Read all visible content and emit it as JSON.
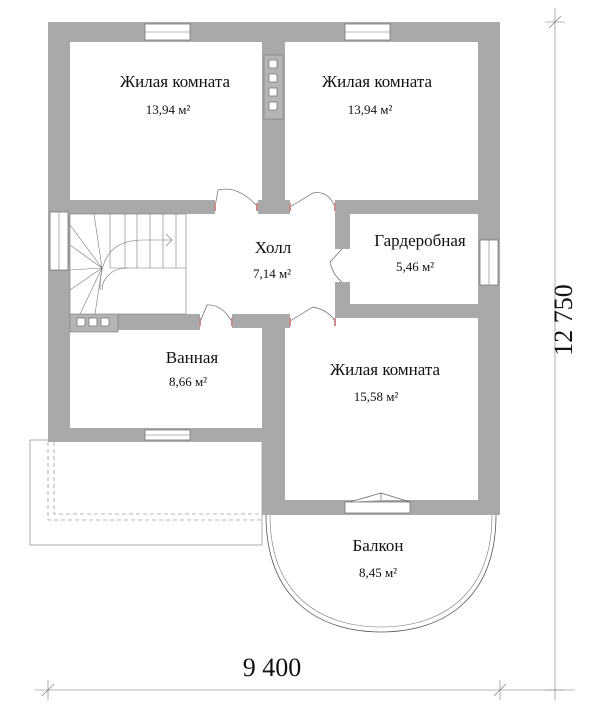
{
  "plan": {
    "wall_color": "#a9a9a9",
    "rooms": [
      {
        "name": "Жилая комната",
        "area": "13,94 м²"
      },
      {
        "name": "Жилая комната",
        "area": "13,94 м²"
      },
      {
        "name": "Холл",
        "area": "7,14 м²"
      },
      {
        "name": "Гардеробная",
        "area": "5,46 м²"
      },
      {
        "name": "Ванная",
        "area": "8,66 м²"
      },
      {
        "name": "Жилая комната",
        "area": "15,58 м²"
      },
      {
        "name": "Балкон",
        "area": "8,45 м²"
      }
    ],
    "dimensions": {
      "width": "9 400",
      "height": "12 750"
    }
  }
}
